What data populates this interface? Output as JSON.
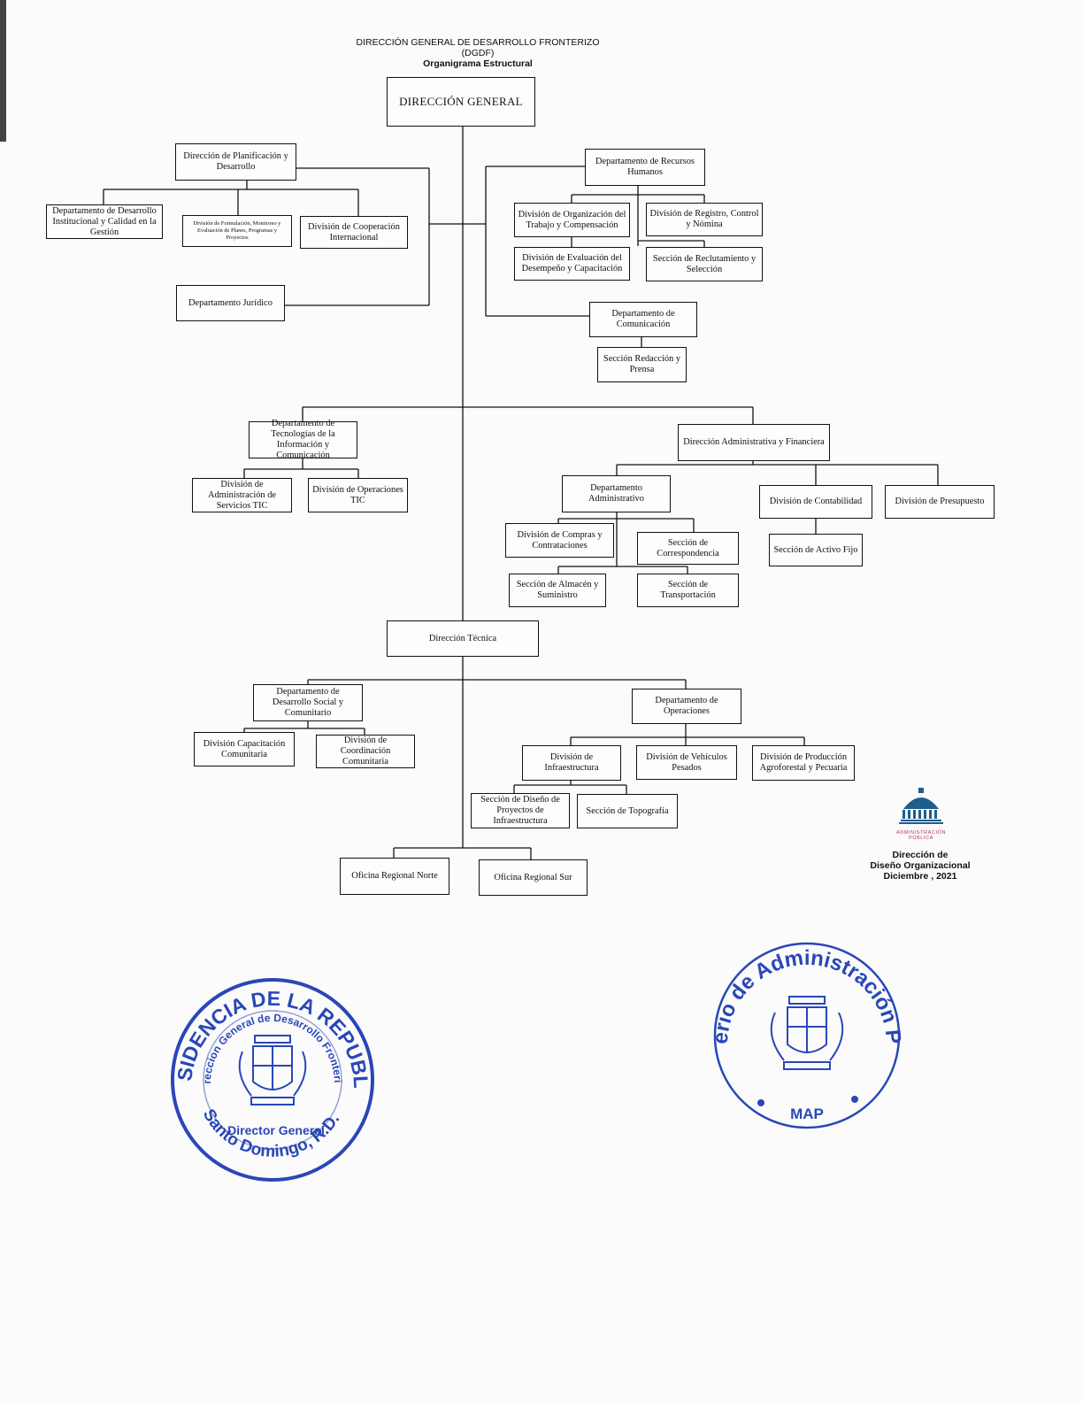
{
  "header": {
    "line1": "DIRECCIÓN GENERAL DE DESARROLLO FRONTERIZO",
    "line2": "(DGDF)",
    "line3": "Organigrama Estructural"
  },
  "nodes": {
    "direccion_general": "DIRECCIÓN GENERAL",
    "dir_planificacion": "Dirección de Planificación y Desarrollo",
    "dept_desarrollo_institucional": "Departamento de Desarrollo Institucional y Calidad en la Gestión",
    "div_formulacion": "División de Formulación, Monitoreo y Evaluación de Planes, Programas y Proyectos",
    "div_cooperacion": "División de Cooperación Internacional",
    "dept_juridico": "Departamento Jurídico",
    "dept_rrhh": "Departamento de Recursos Humanos",
    "div_organizacion_trabajo": "División de Organización del Trabajo y Compensación",
    "div_registro": "División de Registro, Control y Nómina",
    "div_evaluacion_desempeno": "División de Evaluación del Desempeño y Capacitación",
    "sec_reclutamiento": "Sección de Reclutamiento y Selección",
    "dept_comunicacion": "Departamento de Comunicación",
    "sec_redaccion": "Sección Redacción y Prensa",
    "dept_tic": "Departamento de Tecnologías de la Información y Comunicación",
    "div_admin_servicios_tic": "División de Administración de Servicios TIC",
    "div_operaciones_tic": "División de Operaciones TIC",
    "dir_administrativa": "Dirección Administrativa y Financiera",
    "dept_administrativo": "Departamento Administrativo",
    "div_contabilidad": "División de Contabilidad",
    "div_presupuesto": "División de Presupuesto",
    "div_compras": "División de Compras y Contrataciones",
    "sec_correspondencia": "Sección de Correspondencia",
    "sec_almacen": "Sección de Almacén y Suministro",
    "sec_transportacion": "Sección de Transportación",
    "sec_activo_fijo": "Sección de Activo Fijo",
    "dir_tecnica": "Dirección Técnica",
    "dept_desarrollo_social": "Departamento de Desarrollo Social y Comunitario",
    "div_capacitacion": "División Capacitación Comunitaria",
    "div_coordinacion": "División de Coordinación Comunitaria",
    "dept_operaciones": "Departamento de Operaciones",
    "div_infraestructura": "División de Infraestructura",
    "div_vehiculos": "División de Vehículos Pesados",
    "div_produccion": "División de Producción Agroforestal y Pecuaria",
    "sec_diseno_proyectos": "Sección de Diseño de Proyectos de Infraestructura",
    "sec_topografia": "Sección de Topografía",
    "oficina_norte": "Oficina Regional Norte",
    "oficina_sur": "Oficina Regional Sur"
  },
  "footer": {
    "logo_text": "ADMINISTRACIÓN PÚBLICA",
    "office_line1": "Dirección de",
    "office_line2": "Diseño Organizacional",
    "office_line3": "Diciembre , 2021"
  },
  "stamps": {
    "left": {
      "outer_top": "PRESIDENCIA DE LA REPUBLICA",
      "inner_top": "Direccion General de Desarrollo Fronterizo",
      "center": "Director General",
      "bottom": "Santo Domingo, R.D."
    },
    "right": {
      "outer_top": "Ministerio de Administración Pública",
      "bottom": "MAP"
    }
  },
  "colors": {
    "ink": "#111111",
    "stamp_blue": "#2947b8",
    "logo_blue": "#1f5d8c",
    "logo_red": "#c0304a"
  }
}
